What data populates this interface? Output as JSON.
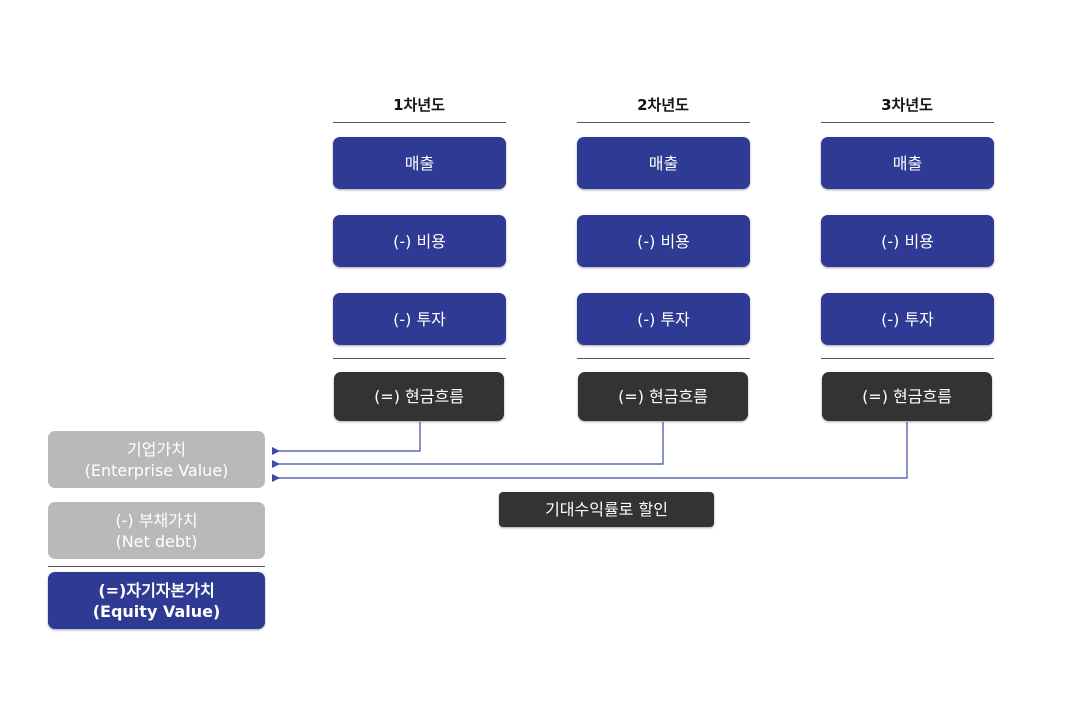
{
  "years": [
    {
      "title": "1차년도",
      "items": [
        "매출",
        "(-) 비용",
        "(-) 투자"
      ],
      "total": "(=) 현금흐름"
    },
    {
      "title": "2차년도",
      "items": [
        "매출",
        "(-) 비용",
        "(-) 투자"
      ],
      "total": "(=) 현금흐름"
    },
    {
      "title": "3차년도",
      "items": [
        "매출",
        "(-) 비용",
        "(-) 투자"
      ],
      "total": "(=) 현금흐름"
    }
  ],
  "valuation": {
    "enterprise": {
      "line1": "기업가치",
      "line2": "(Enterprise Value)"
    },
    "net_debt": {
      "line1": "(-) 부채가치",
      "line2": "(Net debt)"
    },
    "equity": {
      "line1": "(=)자기자본가치",
      "line2": "(Equity Value)"
    }
  },
  "discount_label": "기대수익률로 할인",
  "colors": {
    "blue": "#2e3a93",
    "dark": "#333333",
    "grey": "#b9b9b9",
    "arrow": "#3d4aa8"
  }
}
